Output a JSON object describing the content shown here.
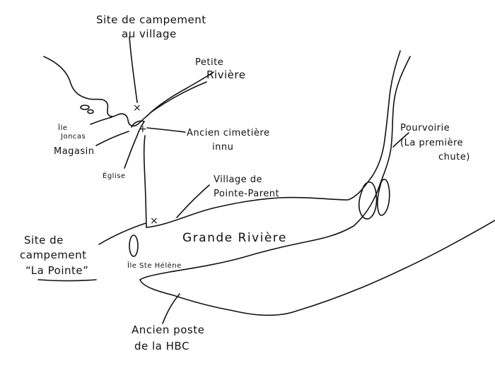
{
  "map": {
    "labels": {
      "site_village_line1": "Site de campement",
      "site_village_line2": "au village",
      "petite_riviere_line1": "Petite",
      "petite_riviere_line2": "Rivière",
      "ile_joncas_line1": "Île",
      "ile_joncas_line2": "Joncas",
      "magasin": "Magasin",
      "cimetiere_line1": "Ancien cimetière",
      "cimetiere_line2": "innu",
      "pourvoirie_line1": "Pourvoirie",
      "pourvoirie_line2": "(La première",
      "pourvoirie_line3": "chute)",
      "eglise": "Église",
      "village_line1": "Village de",
      "village_line2": "Pointe-Parent",
      "grande_riviere": "Grande Rivière",
      "site_pointe_line1": "Site de",
      "site_pointe_line2": "campement",
      "site_pointe_line3": "“La Pointe”",
      "ile_ste_helene": "Île Ste Hélène",
      "hbc_line1": "Ancien poste",
      "hbc_line2": "de la HBC"
    },
    "markers": {
      "camp_village": "×",
      "camp_pointe": "×",
      "cemetery_cross": "+"
    }
  }
}
